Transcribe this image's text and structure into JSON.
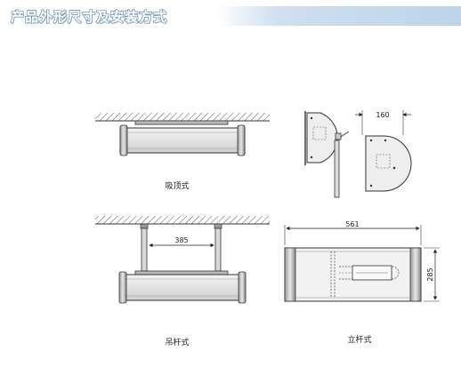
{
  "header": {
    "title": "产品外形尺寸及安装方式"
  },
  "views": {
    "ceiling": {
      "caption": "吸顶式"
    },
    "pendant": {
      "caption": "吊杆式",
      "rod_spacing": "385"
    },
    "pole": {
      "caption": "立杆式",
      "width": "561",
      "height": "285"
    },
    "side": {
      "depth": "160"
    }
  },
  "colors": {
    "title_stroke": "#5a7ea3",
    "header_band": "#bdd4ea",
    "line": "#333333",
    "lamp_body": "#e4e4e4"
  }
}
